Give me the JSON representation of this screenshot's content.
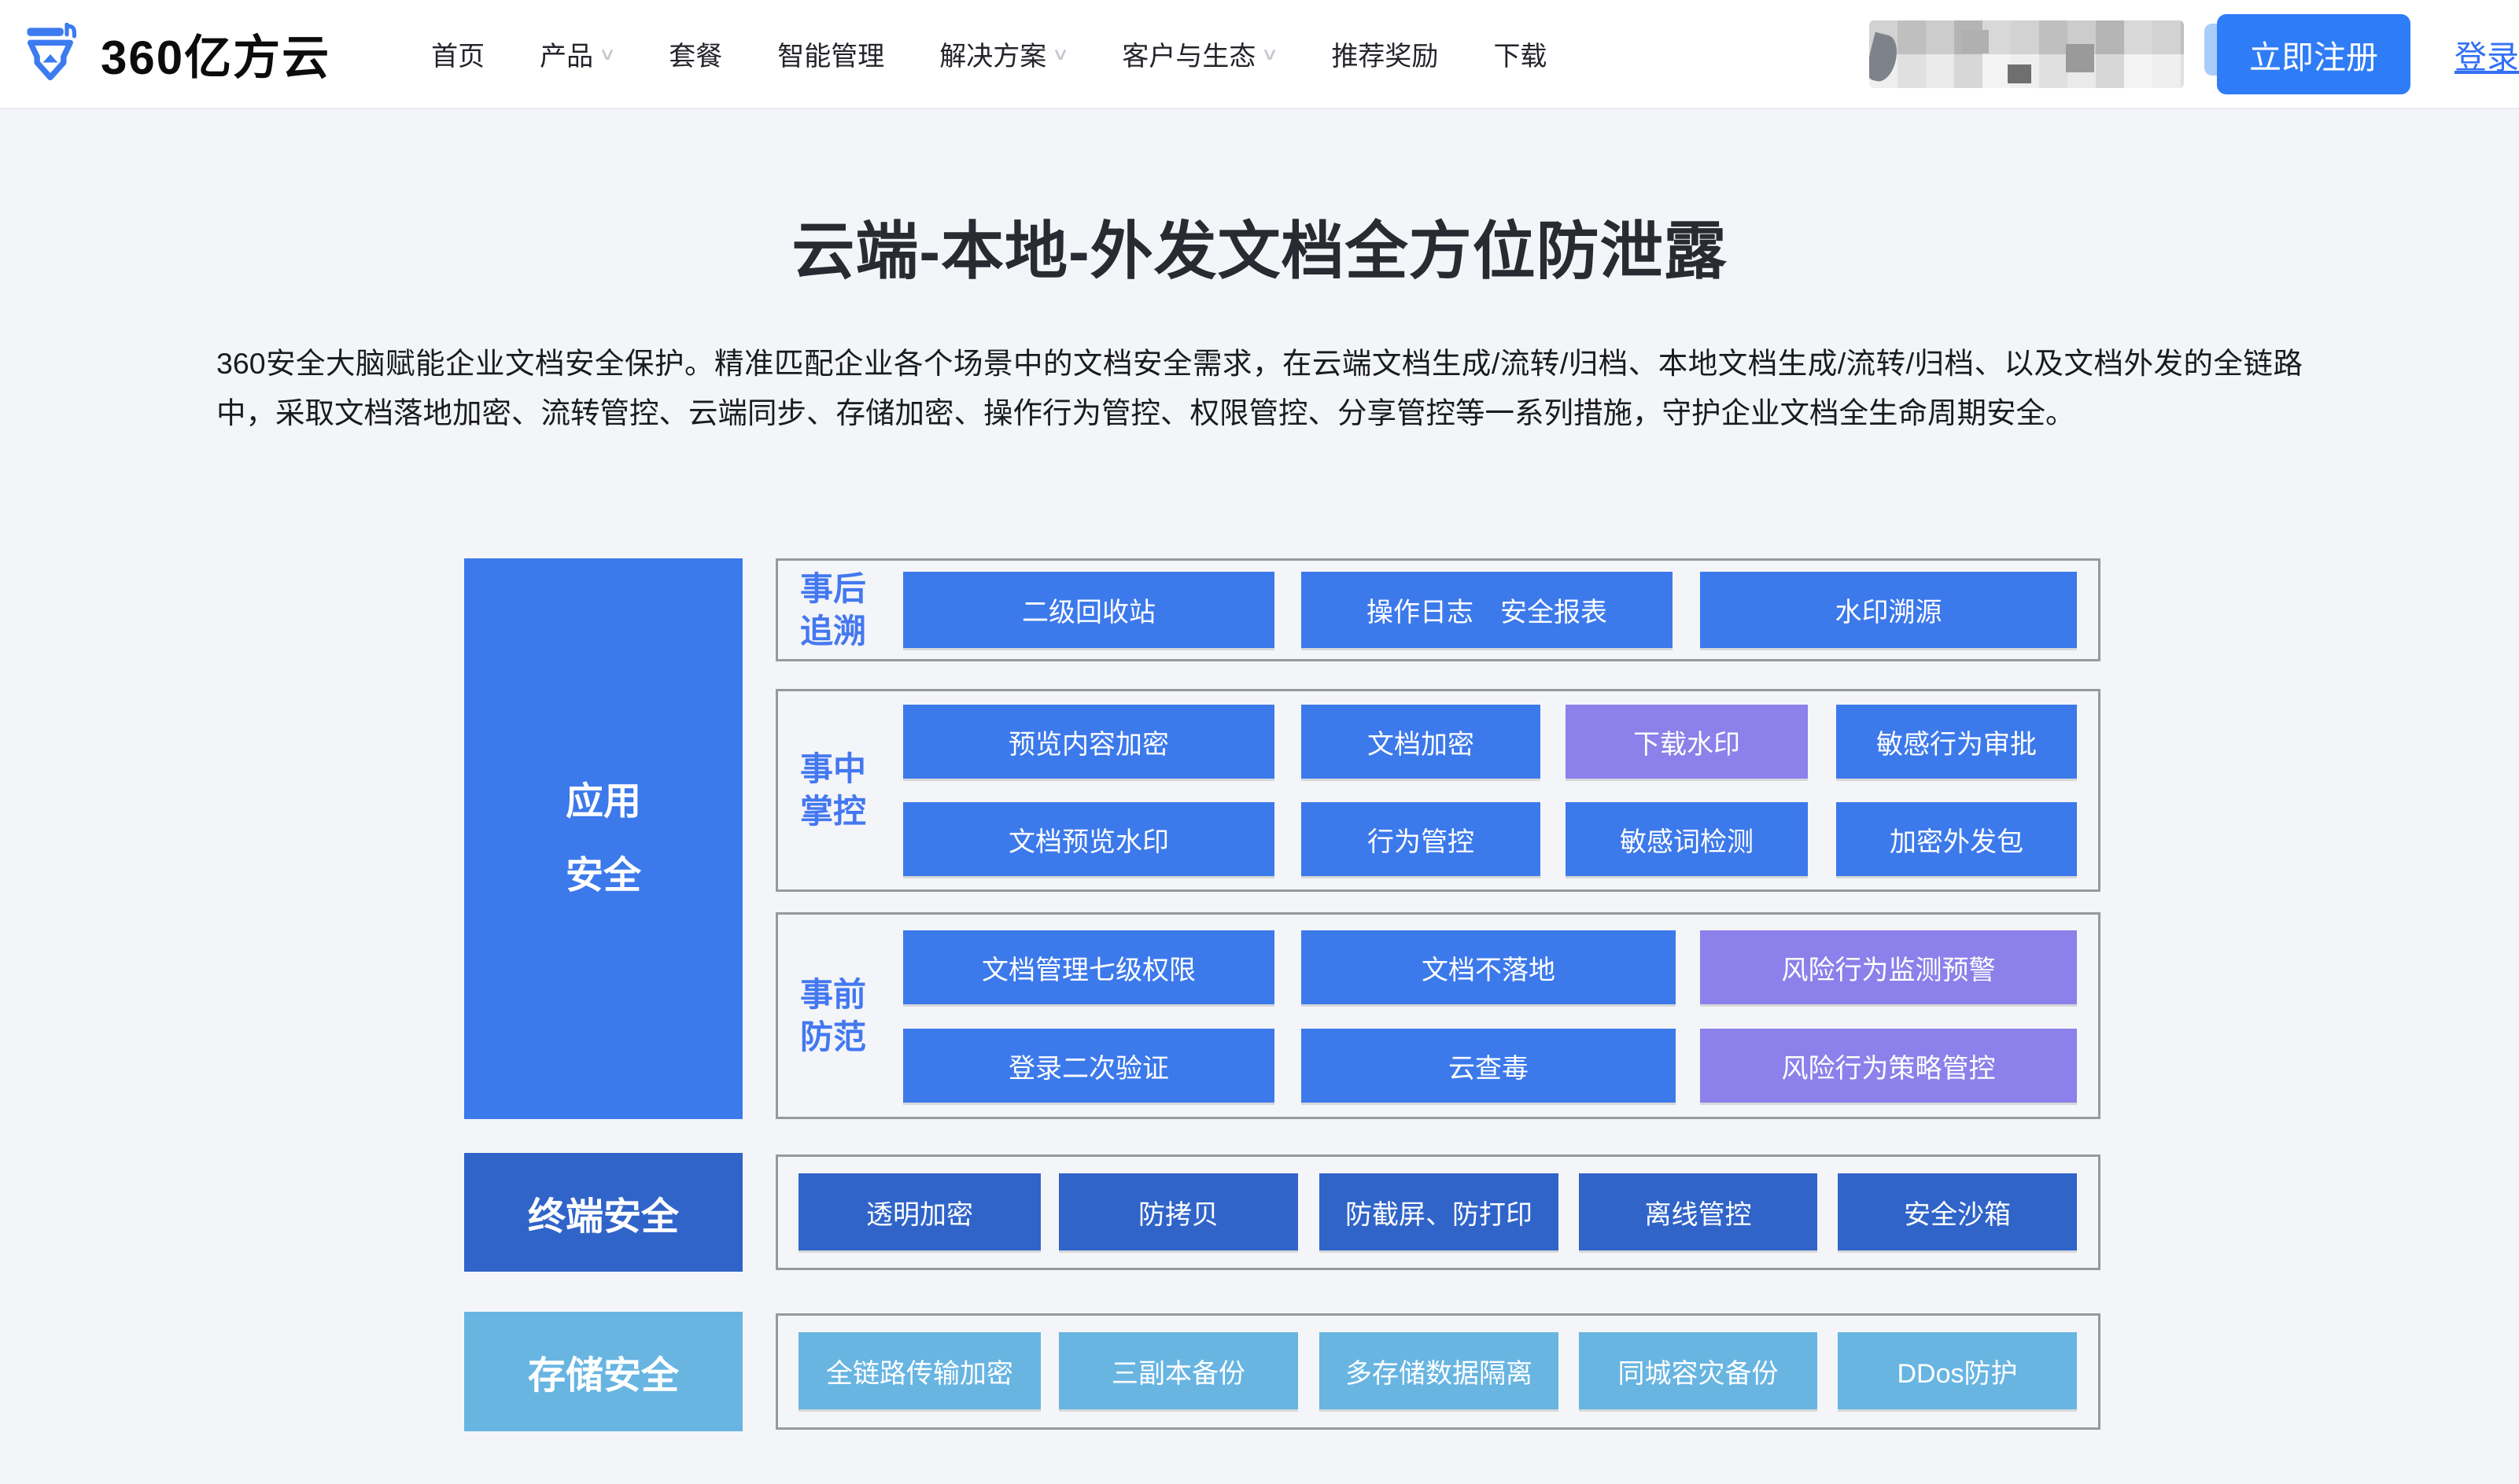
{
  "header": {
    "brand_name": "360亿方云",
    "chevron_glyph": "∨",
    "nav": [
      {
        "label": "首页",
        "dropdown": false
      },
      {
        "label": "产品",
        "dropdown": true
      },
      {
        "label": "套餐",
        "dropdown": false
      },
      {
        "label": "智能管理",
        "dropdown": false
      },
      {
        "label": "解决方案",
        "dropdown": true
      },
      {
        "label": "客户与生态",
        "dropdown": true
      },
      {
        "label": "推荐奖励",
        "dropdown": false
      },
      {
        "label": "下载",
        "dropdown": false
      }
    ],
    "redacted_area": "pixelated-mosaic (content unreadable)",
    "register_label": "立即注册",
    "login_label": "登录"
  },
  "hero": {
    "title": "云端-本地-外发文档全方位防泄露",
    "description": "360安全大脑赋能企业文档安全保护。精准匹配企业各个场景中的文档安全需求，在云端文档生成/流转/归档、本地文档生成/流转/归档、以及文档外发的全链路中，采取文档落地加密、流转管控、云端同步、存储加密、操作行为管控、权限管控、分享管控等一系列措施，守护企业文档全生命周期安全。"
  },
  "diagram": {
    "app": {
      "lines": [
        "应用",
        "安全"
      ],
      "color": "#3C79EB"
    },
    "aftermath": {
      "label_lines": [
        "事后",
        "追溯"
      ],
      "boxes": [
        {
          "label": "二级回收站",
          "color": "blue"
        },
        {
          "label": "操作日志　安全报表",
          "color": "blue"
        },
        {
          "label": "水印溯源",
          "color": "blue"
        }
      ]
    },
    "incontrol": {
      "label_lines": [
        "事中",
        "掌控"
      ],
      "rows": [
        [
          {
            "label": "预览内容加密",
            "color": "blue"
          },
          {
            "label": "文档加密",
            "color": "blue"
          },
          {
            "label": "下载水印",
            "color": "purple"
          },
          {
            "label": "敏感行为审批",
            "color": "blue"
          }
        ],
        [
          {
            "label": "文档预览水印",
            "color": "blue"
          },
          {
            "label": "行为管控",
            "color": "blue"
          },
          {
            "label": "敏感词检测",
            "color": "blue"
          },
          {
            "label": "加密外发包",
            "color": "blue"
          }
        ]
      ]
    },
    "prevention": {
      "label_lines": [
        "事前",
        "防范"
      ],
      "rows": [
        [
          {
            "label": "文档管理七级权限",
            "color": "blue"
          },
          {
            "label": "文档不落地",
            "color": "blue"
          },
          {
            "label": "风险行为监测预警",
            "color": "purple"
          }
        ],
        [
          {
            "label": "登录二次验证",
            "color": "blue"
          },
          {
            "label": "云查毒",
            "color": "blue"
          },
          {
            "label": "风险行为策略管控",
            "color": "purple"
          }
        ]
      ]
    },
    "terminal": {
      "label": "终端安全",
      "color": "#3064C9",
      "boxes": [
        {
          "label": "透明加密"
        },
        {
          "label": "防拷贝"
        },
        {
          "label": "防截屏、防打印"
        },
        {
          "label": "离线管控"
        },
        {
          "label": "安全沙箱"
        }
      ]
    },
    "storage": {
      "label": "存储安全",
      "color": "#68B5E2",
      "boxes": [
        {
          "label": "全链路传输加密"
        },
        {
          "label": "三副本备份"
        },
        {
          "label": "多存储数据隔离"
        },
        {
          "label": "同城容灾备份"
        },
        {
          "label": "DDos防护"
        }
      ]
    }
  },
  "colors": {
    "primary_blue": "#3C79EB",
    "purple": "#8C80EA",
    "dark_blue": "#3064C9",
    "light_blue": "#68B5E2",
    "label_blue": "#4478F0",
    "register_button": "#2F7CF7",
    "login_link": "#3370F5",
    "page_bg": "#F4F5F8",
    "header_bg": "#FFFFFF"
  }
}
